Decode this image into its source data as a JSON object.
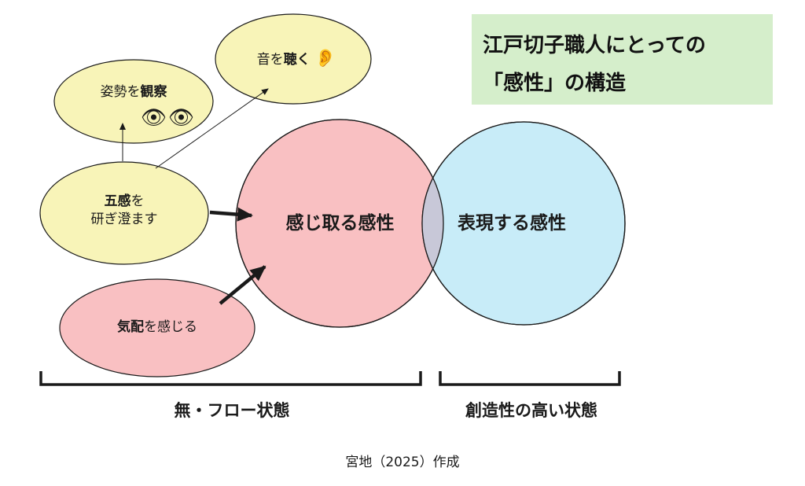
{
  "title": {
    "line1": "江戸切子職人にとっての",
    "line2": "「感性」の構造"
  },
  "circles": {
    "feel": "感じ取る感性",
    "express": "表現する感性"
  },
  "ellipses": {
    "listen": {
      "text": "音を",
      "bold": "聴く",
      "icon": "👂"
    },
    "observe": {
      "text": "姿勢を",
      "bold": "観察",
      "icon": "👁👁"
    },
    "senses": {
      "bold": "五感",
      "text1": "を",
      "text2": "研ぎ澄ます"
    },
    "aura": {
      "bold": "気配",
      "text": "を感じる"
    }
  },
  "brackets": {
    "left": "無・フロー状態",
    "right": "創造性の高い状態"
  },
  "source": "宮地（2025）作成",
  "colors": {
    "title_bg": "#d5eecb",
    "yellow": "#f8f4b8",
    "pink": "#f9c0c2",
    "blue": "#c8ecf8",
    "overlap": "#c8c8d8",
    "stroke": "#1a1a1a"
  }
}
